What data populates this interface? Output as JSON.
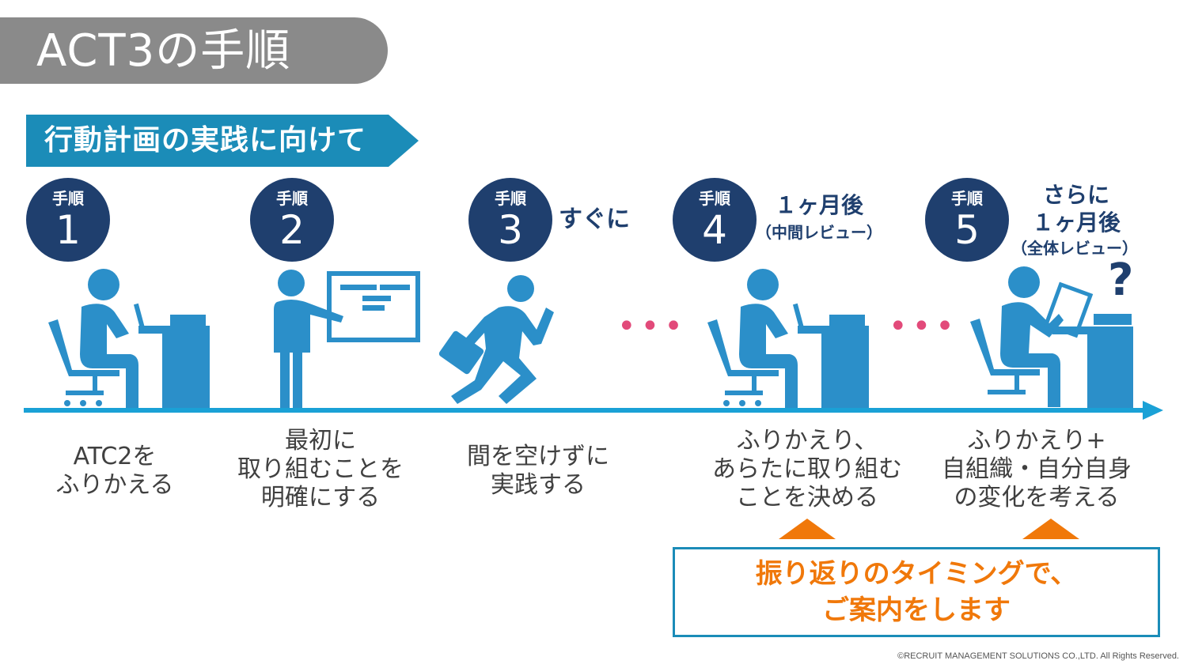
{
  "title": "ACT3の手順",
  "banner": "行動計画の実践に向けて",
  "step_label": "手順",
  "steps": [
    {
      "num": "1",
      "desc": "ATC2を\nふりかえる"
    },
    {
      "num": "2",
      "desc": "最初に\n取り組むことを\n明確にする"
    },
    {
      "num": "3",
      "desc": "間を空けずに\n実践する",
      "note": "すぐに"
    },
    {
      "num": "4",
      "desc": "ふりかえり、\nあらたに取り組む\nことを決める",
      "note_main": "１ヶ月後",
      "note_sub": "（中間レビュー）"
    },
    {
      "num": "5",
      "desc": "ふりかえり+\n自組織・自分自身\nの変化を考える",
      "note_line1": "さらに",
      "note_line2": "１ヶ月後",
      "note_sub": "（全体レビュー）"
    }
  ],
  "dots": "•••",
  "question_mark": "?",
  "callout": {
    "line1": "振り返りのタイミングで、",
    "line2": "ご案内をします"
  },
  "copyright": "©RECRUIT MANAGEMENT SOLUTIONS CO.,LTD. All Rights Reserved.",
  "colors": {
    "title_bg": "#8a8a8a",
    "banner": "#1b8cb8",
    "step_circle": "#1f3f6e",
    "figure": "#2b8fc9",
    "timeline": "#1aa1d6",
    "accent_orange": "#f0780a",
    "dots": "#e24a7a"
  }
}
